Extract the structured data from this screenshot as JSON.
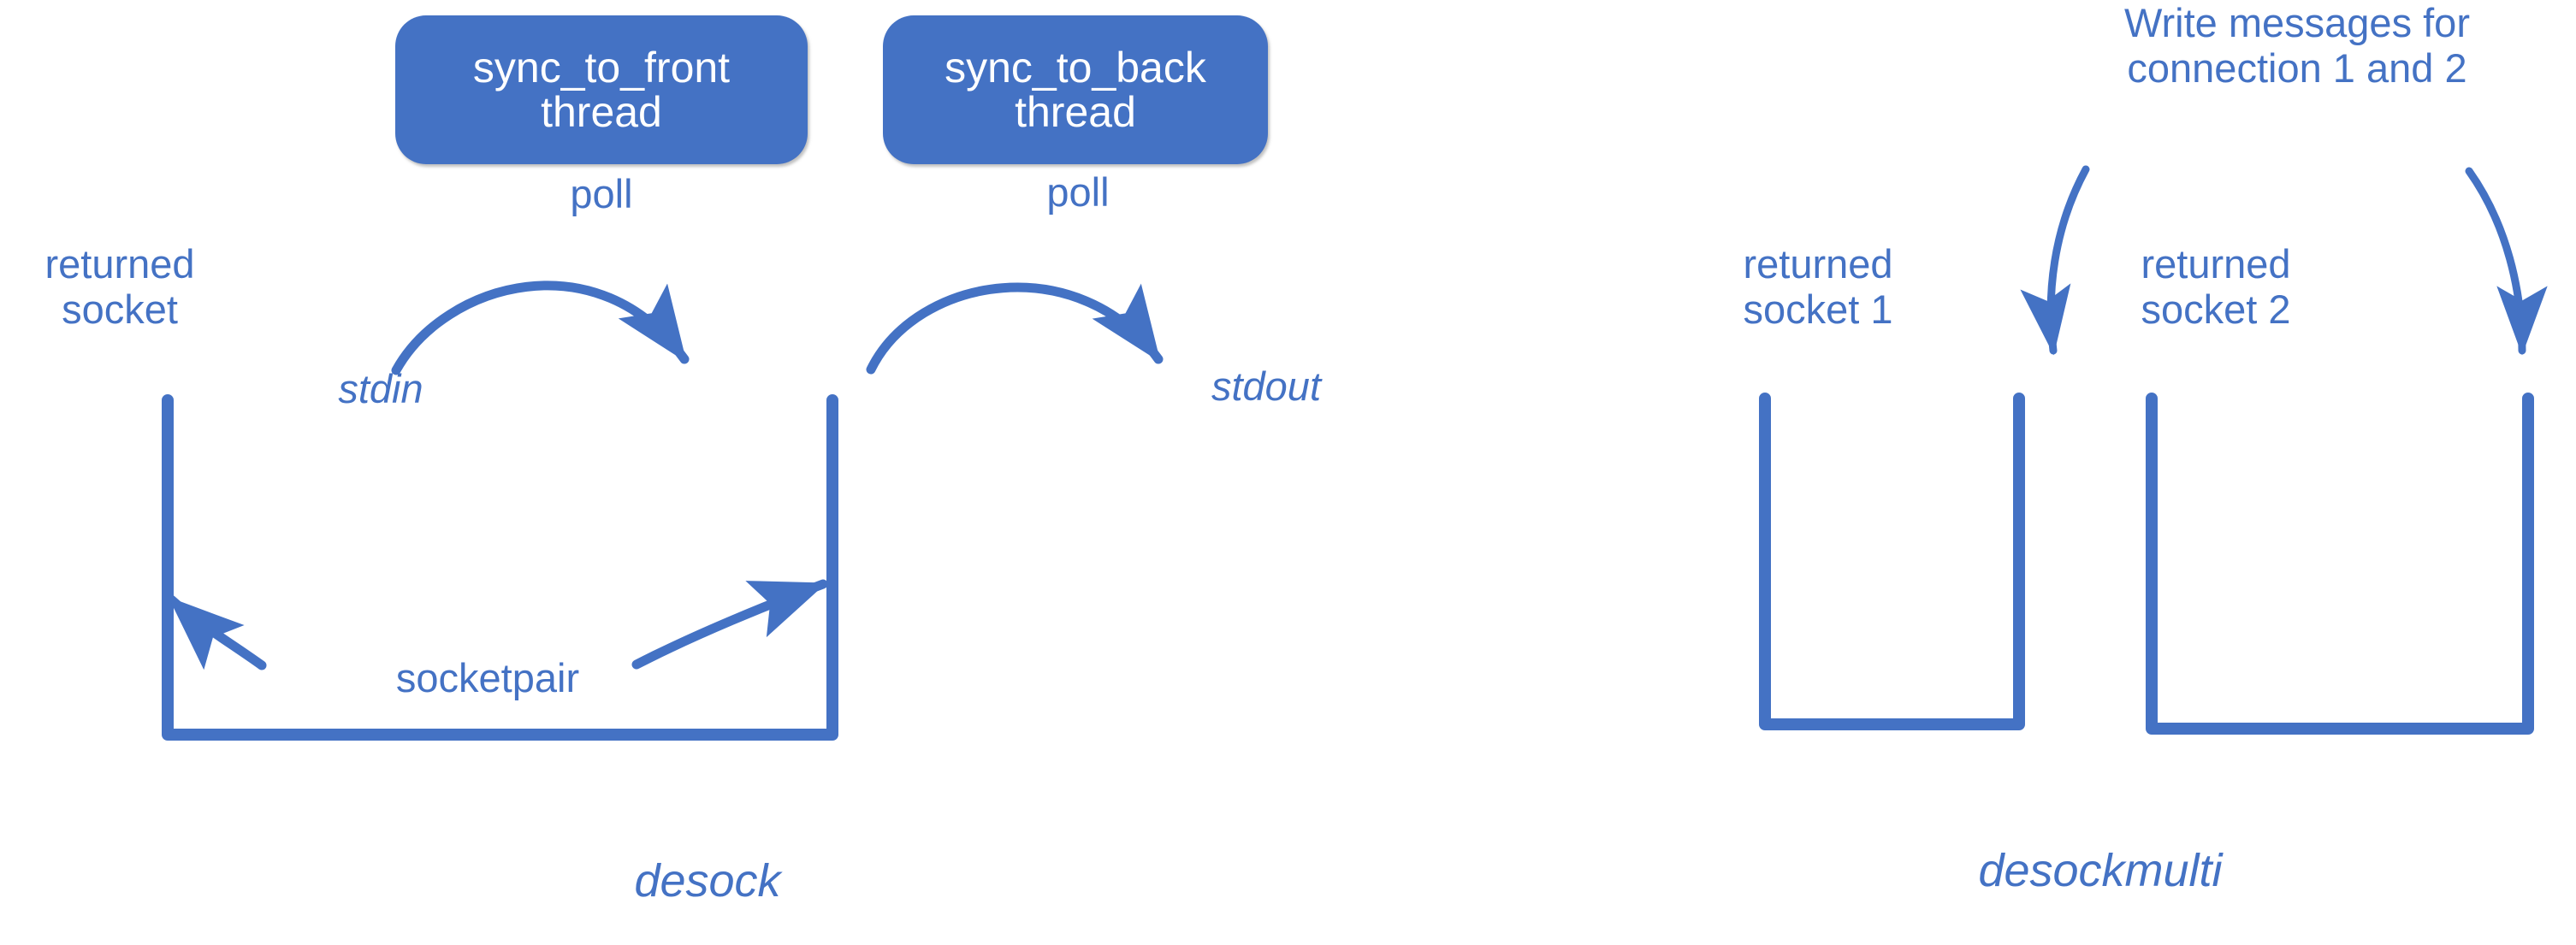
{
  "diagram": {
    "title_left": "desock",
    "title_right": "desockmulti",
    "accent_color": "#4472C4",
    "background_color": "#FFFFFF"
  },
  "left_panel": {
    "thread_boxes": [
      {
        "name": "sync-to-front-thread",
        "line1": "sync_to_front",
        "line2": "thread"
      },
      {
        "name": "sync-to-back-thread",
        "line1": "sync_to_back",
        "line2": "thread"
      }
    ],
    "labels": {
      "poll_front": "poll",
      "poll_back": "poll",
      "returned_socket": "returned\nsocket",
      "stdin": "stdin",
      "stdout": "stdout",
      "socketpair": "socketpair"
    },
    "caption": "desock"
  },
  "right_panel": {
    "labels": {
      "write_messages": "Write messages for\nconnection 1 and 2",
      "returned_socket_1": "returned\nsocket 1",
      "returned_socket_2": "returned\nsocket 2"
    },
    "caption": "desockmulti"
  }
}
